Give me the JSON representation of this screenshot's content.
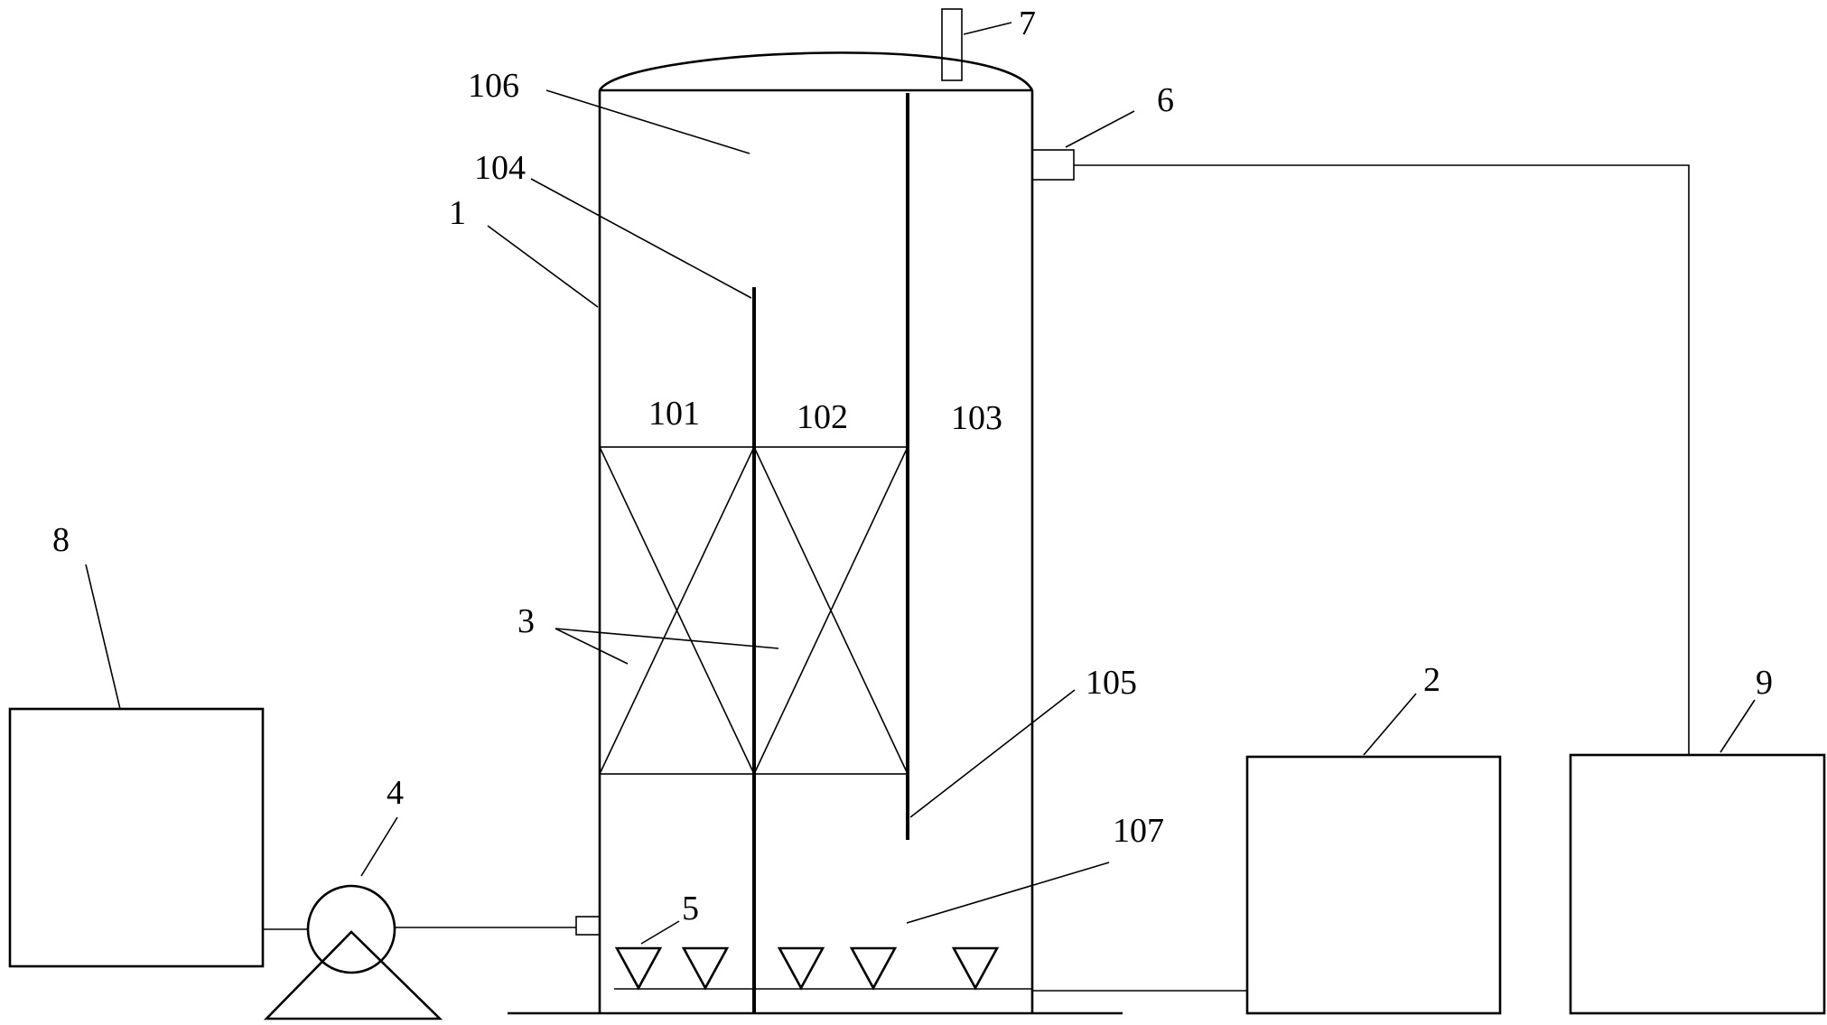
{
  "labels": {
    "l1": "1",
    "l2": "2",
    "l3": "3",
    "l4": "4",
    "l5": "5",
    "l6": "6",
    "l7": "7",
    "l8": "8",
    "l9": "9",
    "l101": "101",
    "l102": "102",
    "l103": "103",
    "l104": "104",
    "l105": "105",
    "l106": "106",
    "l107": "107"
  }
}
